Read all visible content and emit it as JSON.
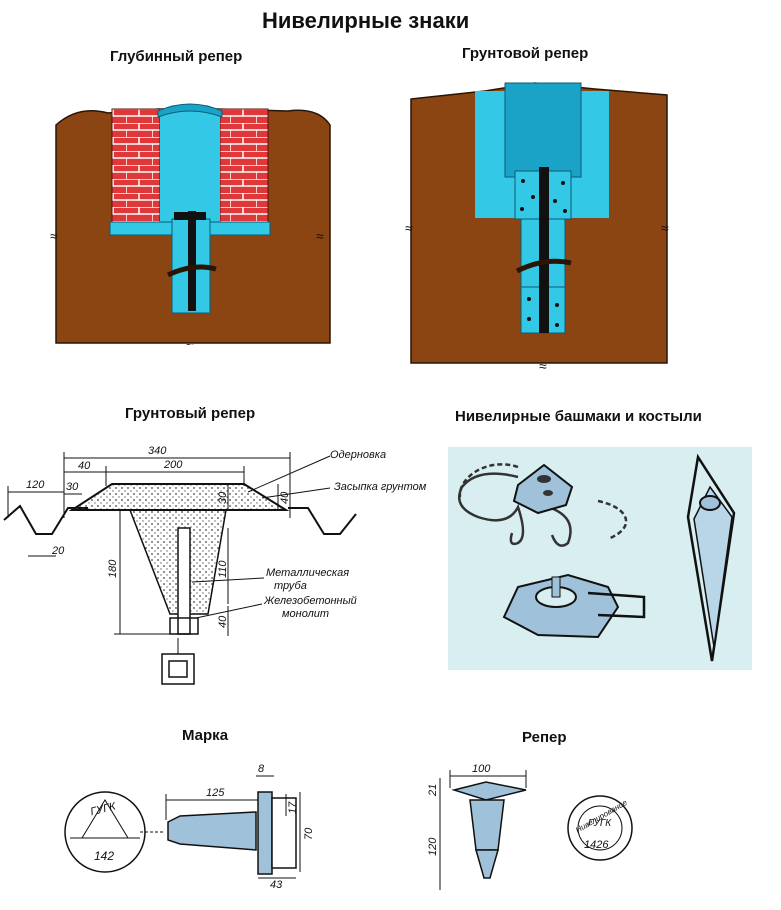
{
  "page": {
    "title": "Нивелирные знаки"
  },
  "sections": {
    "deep_benchmark": {
      "title": "Глубинный репер"
    },
    "ground_benchmark_top": {
      "title": "Грунтовой репер"
    },
    "ground_benchmark_drawing": {
      "title": "Грунтовый репер"
    },
    "shoes_and_crutches": {
      "title": "Нивелирные башмаки и костыли"
    },
    "mark": {
      "title": "Марка"
    },
    "benchmark": {
      "title": "Репер"
    }
  },
  "ground_drawing": {
    "annotations": {
      "sod": "Одерновка",
      "backfill": "Засыпка грунтом",
      "metal_pipe_line1": "Металлическая",
      "metal_pipe_line2": "труба",
      "monolith_line1": "Железобетонный",
      "monolith_line2": "монолит"
    },
    "dimensions": [
      "340",
      "200",
      "40",
      "120",
      "30",
      "30",
      "40",
      "20",
      "180",
      "110",
      "40"
    ]
  },
  "mark_drawing": {
    "plate_label": "ГУГК",
    "plate_number": "142",
    "dimensions": [
      "125",
      "8",
      "17",
      "70",
      "43"
    ]
  },
  "benchmark_drawing": {
    "plate_label_top": "Нивелирование",
    "plate_label": "ГУГК",
    "plate_number": "1426",
    "dimensions": [
      "100",
      "21",
      "120"
    ]
  },
  "colors": {
    "soil": "#8b4513",
    "brick": "#e03838",
    "cyan": "#32c8e6",
    "dark_cyan": "#1aa3c7",
    "panel_bg": "#d8eef0"
  }
}
